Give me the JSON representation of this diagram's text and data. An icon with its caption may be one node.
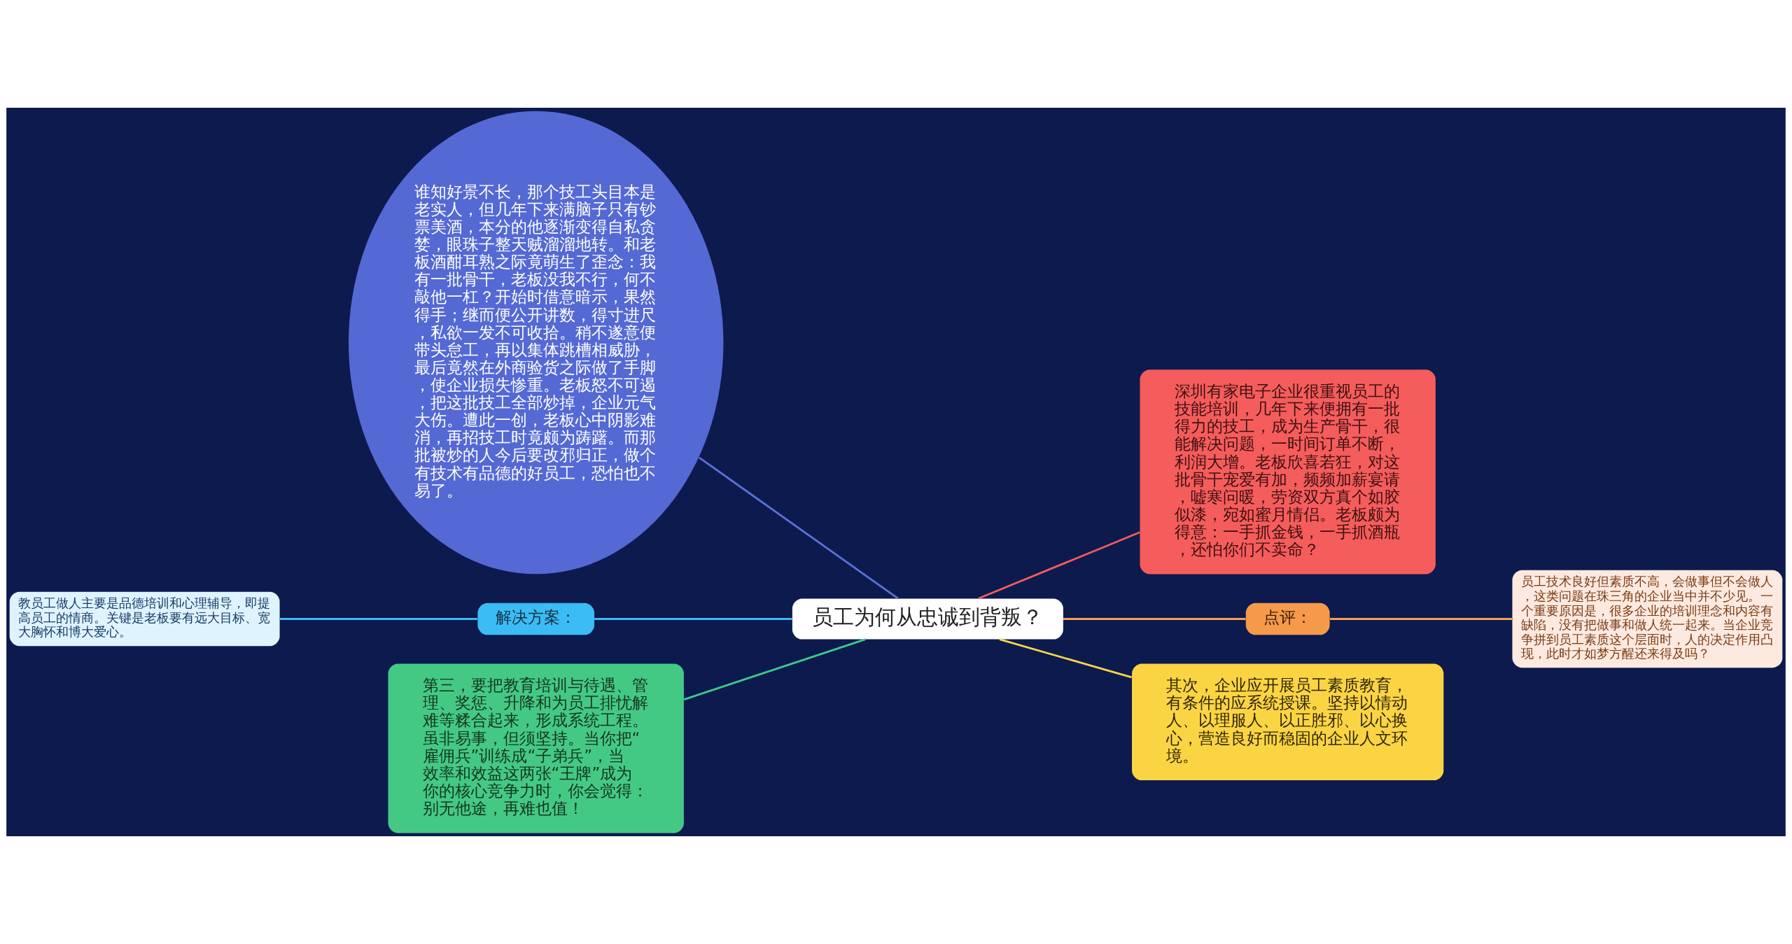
{
  "diagram": {
    "nodes": [
      {
        "text": [
          "员工为何从忠诚到背叛？"
        ]
      },
      {
        "text": [
          "谁知好景不长，那个技工头目本是老实人，但几年下来满脑子只有钞票美酒，本分的他逐渐变得自私贪婪，眼珠子整天贼溜溜地转。和老板酒酣耳熟之际竟萌生了歪念：我有一批骨干，老板没我不行，何不敲他一杠？开始时借意暗示，果然得手；继而便公开讲数，得寸进尺，私欲一发不可收拾。稍不遂意便带头怠工，再以集体跳槽相威胁，最后竟然在外商验货之际做了手脚，使企业损失惨重。老板怒不可遏，把这批技工全部炒掉，企业元气大伤。遭此一创，老板心中阴影难消，再招技工时竟颇为踌躇。而那批被炒的人今后要改邪归正，做个有技术有品德的好员工，恐怕也不易了。"
        ]
      },
      {
        "text": [
          "解决方案："
        ]
      },
      {
        "text": [
          "教员工做人主要是品德培训和心理辅导，即提高员工的情商。关键是老板要有远大目标、宽大胸怀和博大爱心。"
        ]
      },
      {
        "text": [
          "第三，要把教育培训与待遇、管理、奖惩、升降和为员工排忧解难等糅合起来，形成系统工程。虽非易事，但须坚持。当你把“雇佣兵”训练成“子弟兵”，当效率和效益这两张“王牌”成为你的核心竞争力时，你会觉得：别无他途，再难也值！"
        ]
      },
      {
        "text": [
          "深圳有家电子企业很重视员工的技能培训，几年下来便拥有一批得力的技工，成为生产骨干，很能解决问题，一时间订单不断，利润大增。老板欣喜若狂，对这批骨干宠爱有加，频频加薪宴请，嘘寒问暖，劳资双方真个如胶似漆，宛如蜜月情侣。老板颇为得意：一手抓金钱，一手抓酒瓶，还怕你们不卖命？"
        ]
      },
      {
        "text": [
          "点评："
        ]
      },
      {
        "text": [
          "员工技术良好但素质不高，会做事但不会做人，这类问题在珠三角的企业当中并不少见。一个重要原因是，很多企业的培训理念和内容有缺陷，没有把做事和做人统一起来。当企业竞争拼到员工素质这个层面时，人的决定作用凸现，此时才如梦方醒还来得及吗？"
        ]
      },
      {
        "text": [
          "其次，企业应开展员工素质教育，有条件的应系统授课。坚持以情动人、以理服人、以正胜邪、以心换心，营造良好而稳固的企业人文环境。"
        ]
      }
    ],
    "edges": [
      {
        "from": 1,
        "to": 0,
        "arrow": "none",
        "color": "#5b6fd6"
      },
      {
        "from": 0,
        "to": 5,
        "arrow": "none",
        "color": "#f25b5b"
      },
      {
        "from": 2,
        "to": 0,
        "arrow": "none",
        "color": "#3fb8f0"
      },
      {
        "from": 3,
        "to": 2,
        "arrow": "none",
        "color": "#3fb8f0"
      },
      {
        "from": 0,
        "to": 6,
        "arrow": "none",
        "color": "#f5a04a"
      },
      {
        "from": 6,
        "to": 7,
        "arrow": "none",
        "color": "#f5a04a"
      },
      {
        "from": 4,
        "to": 0,
        "arrow": "none",
        "color": "#3ec98a"
      },
      {
        "from": 0,
        "to": 8,
        "arrow": "none",
        "color": "#f9d648"
      }
    ]
  }
}
